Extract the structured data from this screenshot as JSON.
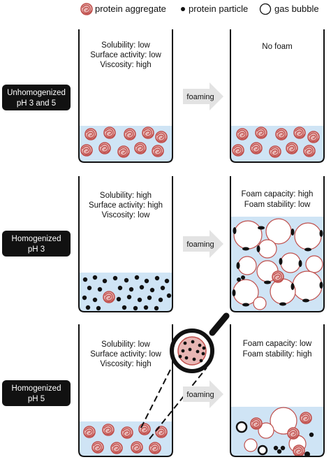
{
  "legend": {
    "aggregate_label": "protein aggregate",
    "particle_label": "protein particle",
    "bubble_label": "gas bubble"
  },
  "rows": [
    {
      "tag": [
        "Unhomogenized",
        "pH 3 and 5"
      ],
      "left_lines": [
        "Solubility: low",
        "Surface activity: low",
        "Viscosity: high"
      ],
      "arrow_label": "foaming",
      "right_lines": [
        "No foam"
      ]
    },
    {
      "tag": [
        "Homogenized",
        "pH 3"
      ],
      "left_lines": [
        "Solubility: high",
        "Surface activity: high",
        "Viscosity: low"
      ],
      "arrow_label": "foaming",
      "right_lines": [
        "Foam capacity: high",
        "Foam stability: low"
      ]
    },
    {
      "tag": [
        "Homogenized",
        "pH 5"
      ],
      "left_lines": [
        "Solubility: low",
        "Surface activity: low",
        "Viscosity: high"
      ],
      "arrow_label": "foaming",
      "right_lines": [
        "Foam capacity: low",
        "Foam stability: high"
      ]
    }
  ],
  "colors": {
    "liquid": "#cfe4f5",
    "aggregate": "#c0504d",
    "aggregate_fill": "#e8b6b4",
    "bubble_ring": "#c0504d",
    "arrow": "#e3e3e3",
    "tag_bg": "#111111"
  }
}
